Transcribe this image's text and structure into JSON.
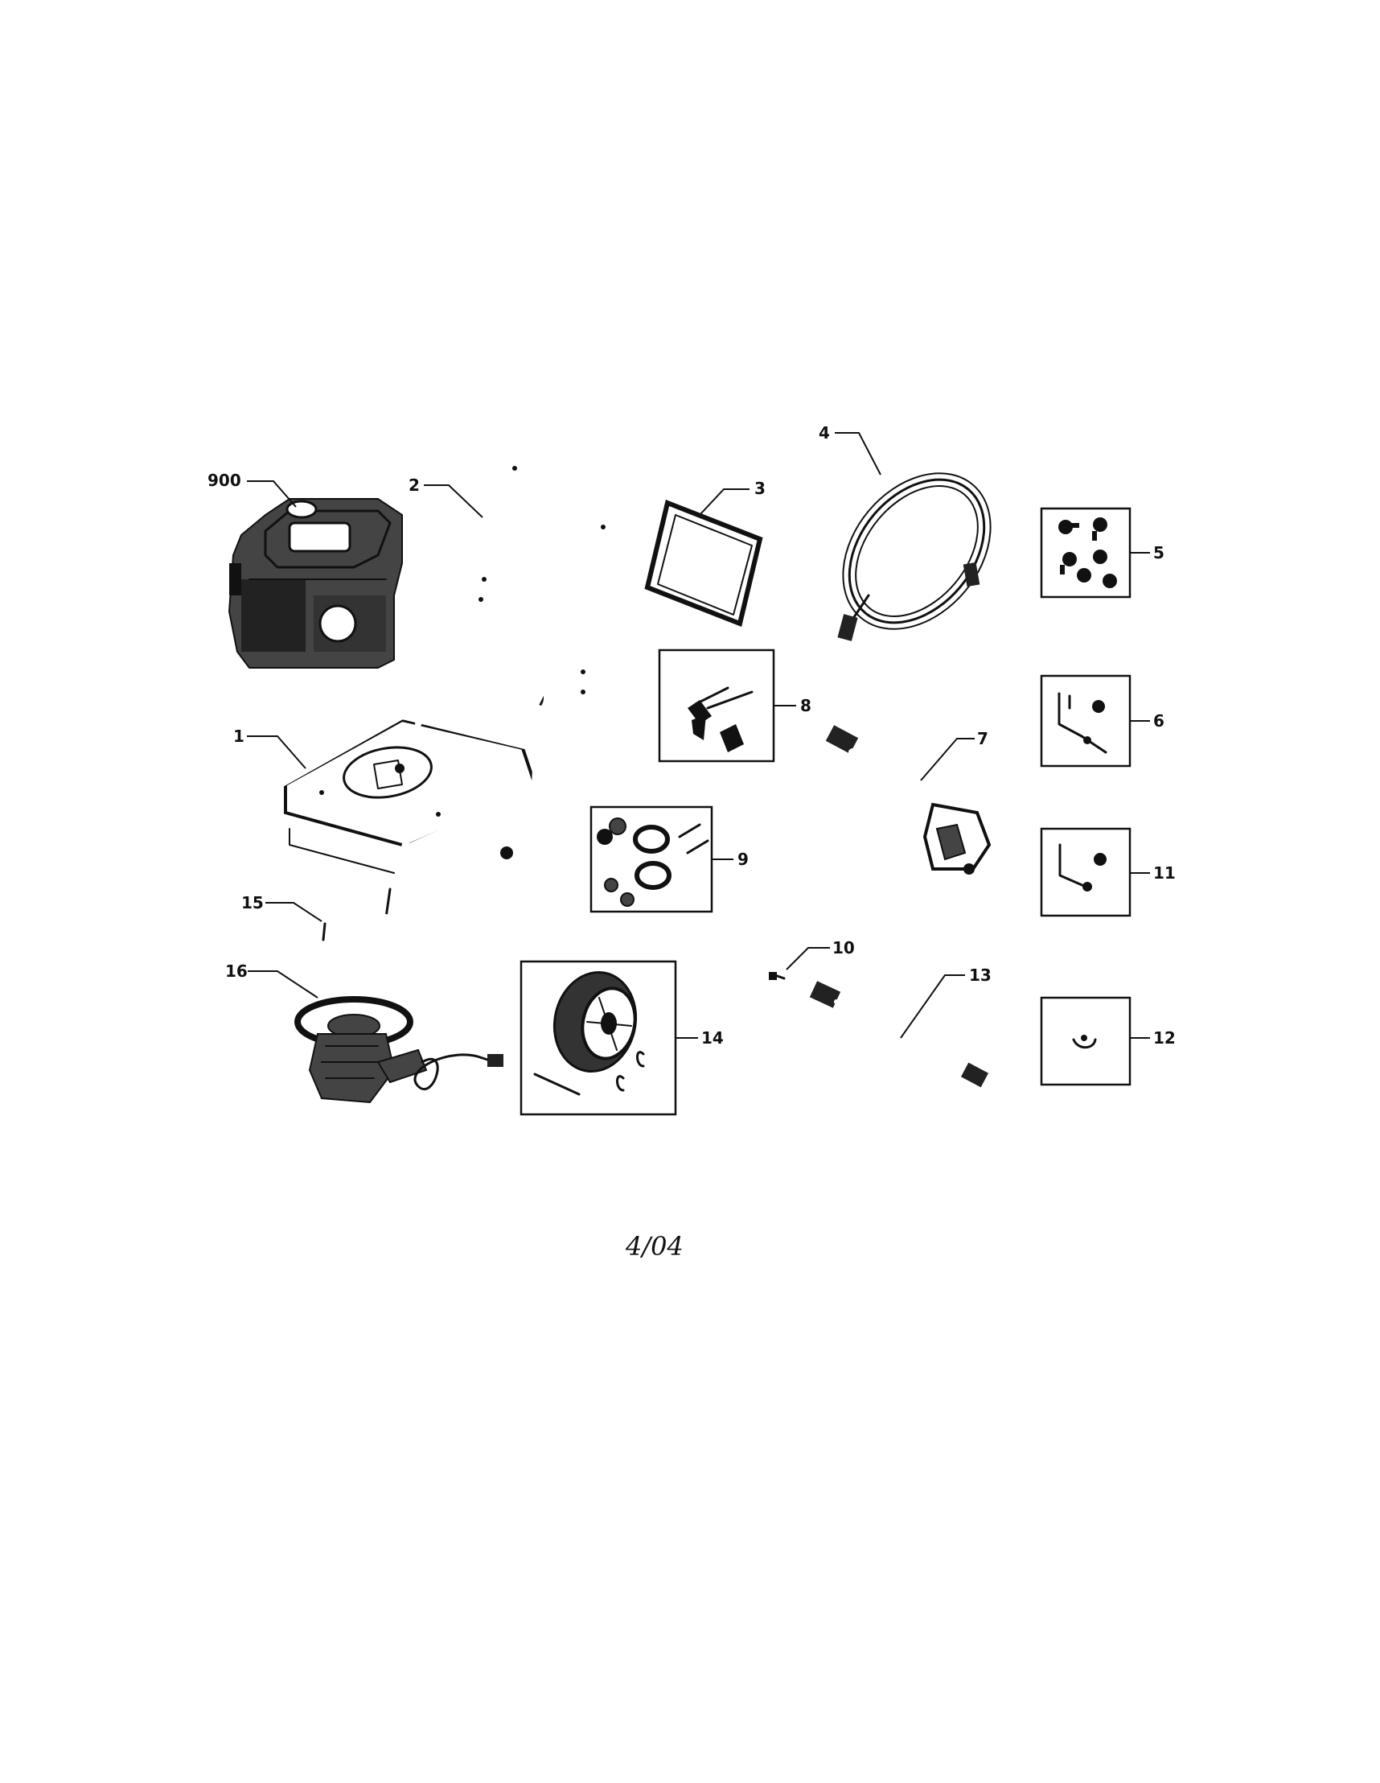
{
  "callouts": {
    "p900": "900",
    "p1": "1",
    "p2": "2",
    "p3": "3",
    "p4": "4",
    "p5": "5",
    "p6": "6",
    "p7": "7",
    "p8": "8",
    "p9": "9",
    "p10": "10",
    "p11": "11",
    "p12": "12",
    "p13": "13",
    "p14": "14",
    "p15": "15",
    "p16": "16"
  },
  "footer": {
    "date": "4/04"
  }
}
